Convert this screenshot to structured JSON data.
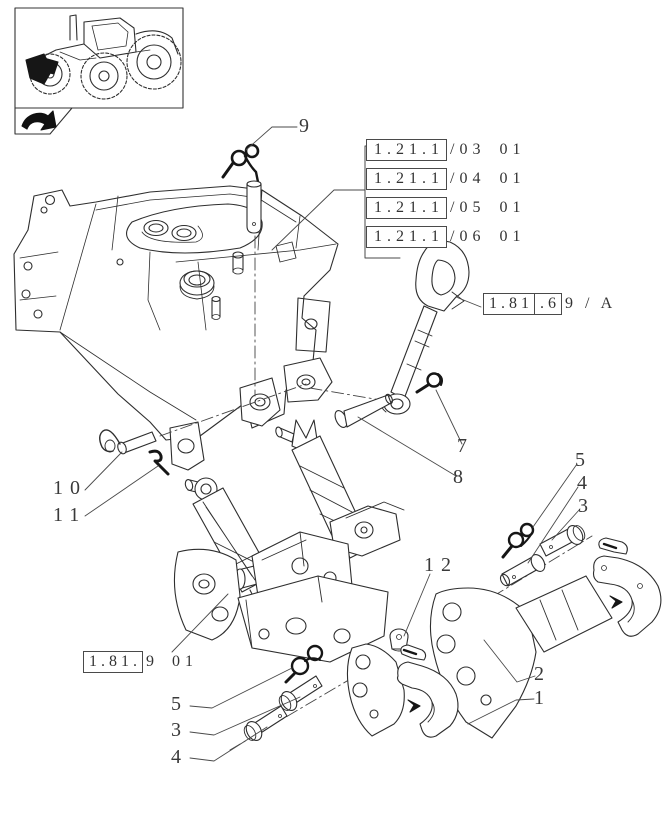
{
  "page": {
    "background": "#ffffff",
    "line_color": "#2e2e2e",
    "black_parts_color": "#161616",
    "text_color": "#3a3a3a"
  },
  "thumbnail": {
    "content": "tractor side line drawing with front hitch area highlighted",
    "nav_arrow_icon": "back-arrow"
  },
  "reference_list": {
    "rows": [
      {
        "code": "1.21.1",
        "page": "/03",
        "sheet": "01"
      },
      {
        "code": "1.21.1",
        "page": "/04",
        "sheet": "01"
      },
      {
        "code": "1.21.1",
        "page": "/05",
        "sheet": "01"
      },
      {
        "code": "1.21.1",
        "page": "/06",
        "sheet": "01"
      }
    ]
  },
  "part_references": {
    "top_link": {
      "code": "1.81",
      "code_minor": ".6",
      "suffix": "9 / A"
    },
    "rocker": {
      "code": "1.81.",
      "item": "9",
      "sheet": "01"
    }
  },
  "callouts": {
    "item9": "9",
    "item7": "7",
    "item8": "8",
    "item10": "10",
    "item11": "11",
    "item12": "12",
    "right_item5": "5",
    "right_item4": "4",
    "right_item3": "3",
    "item2": "2",
    "item1": "1",
    "bottom_item5": "5",
    "bottom_item3": "3",
    "bottom_item4": "4"
  }
}
